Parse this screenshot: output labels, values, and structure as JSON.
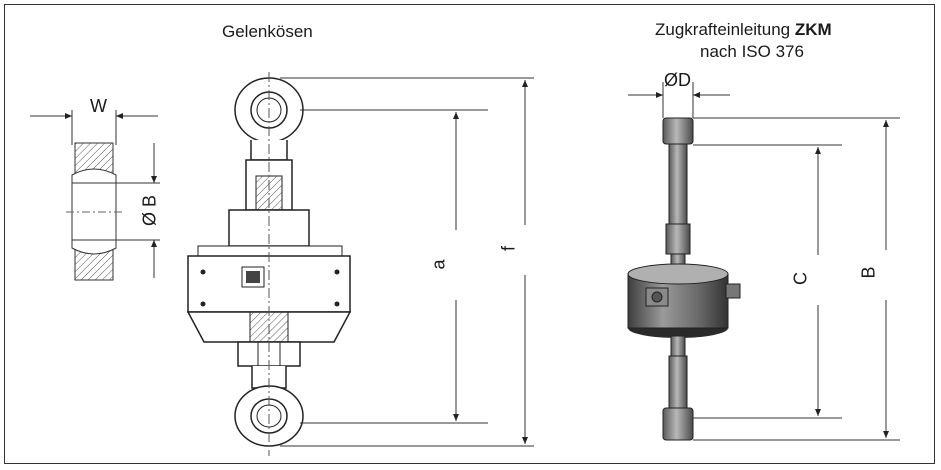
{
  "titles": {
    "left": "Gelenkösen",
    "right_prefix": "Zugkrafteinleitung ",
    "right_bold": "ZKM",
    "right_line2": "nach ISO 376"
  },
  "dimensions": {
    "w": "W",
    "dia_b": "Ø B",
    "a": "a",
    "f": "f",
    "dia_d": "ØD",
    "c": "C",
    "b": "B"
  }
}
